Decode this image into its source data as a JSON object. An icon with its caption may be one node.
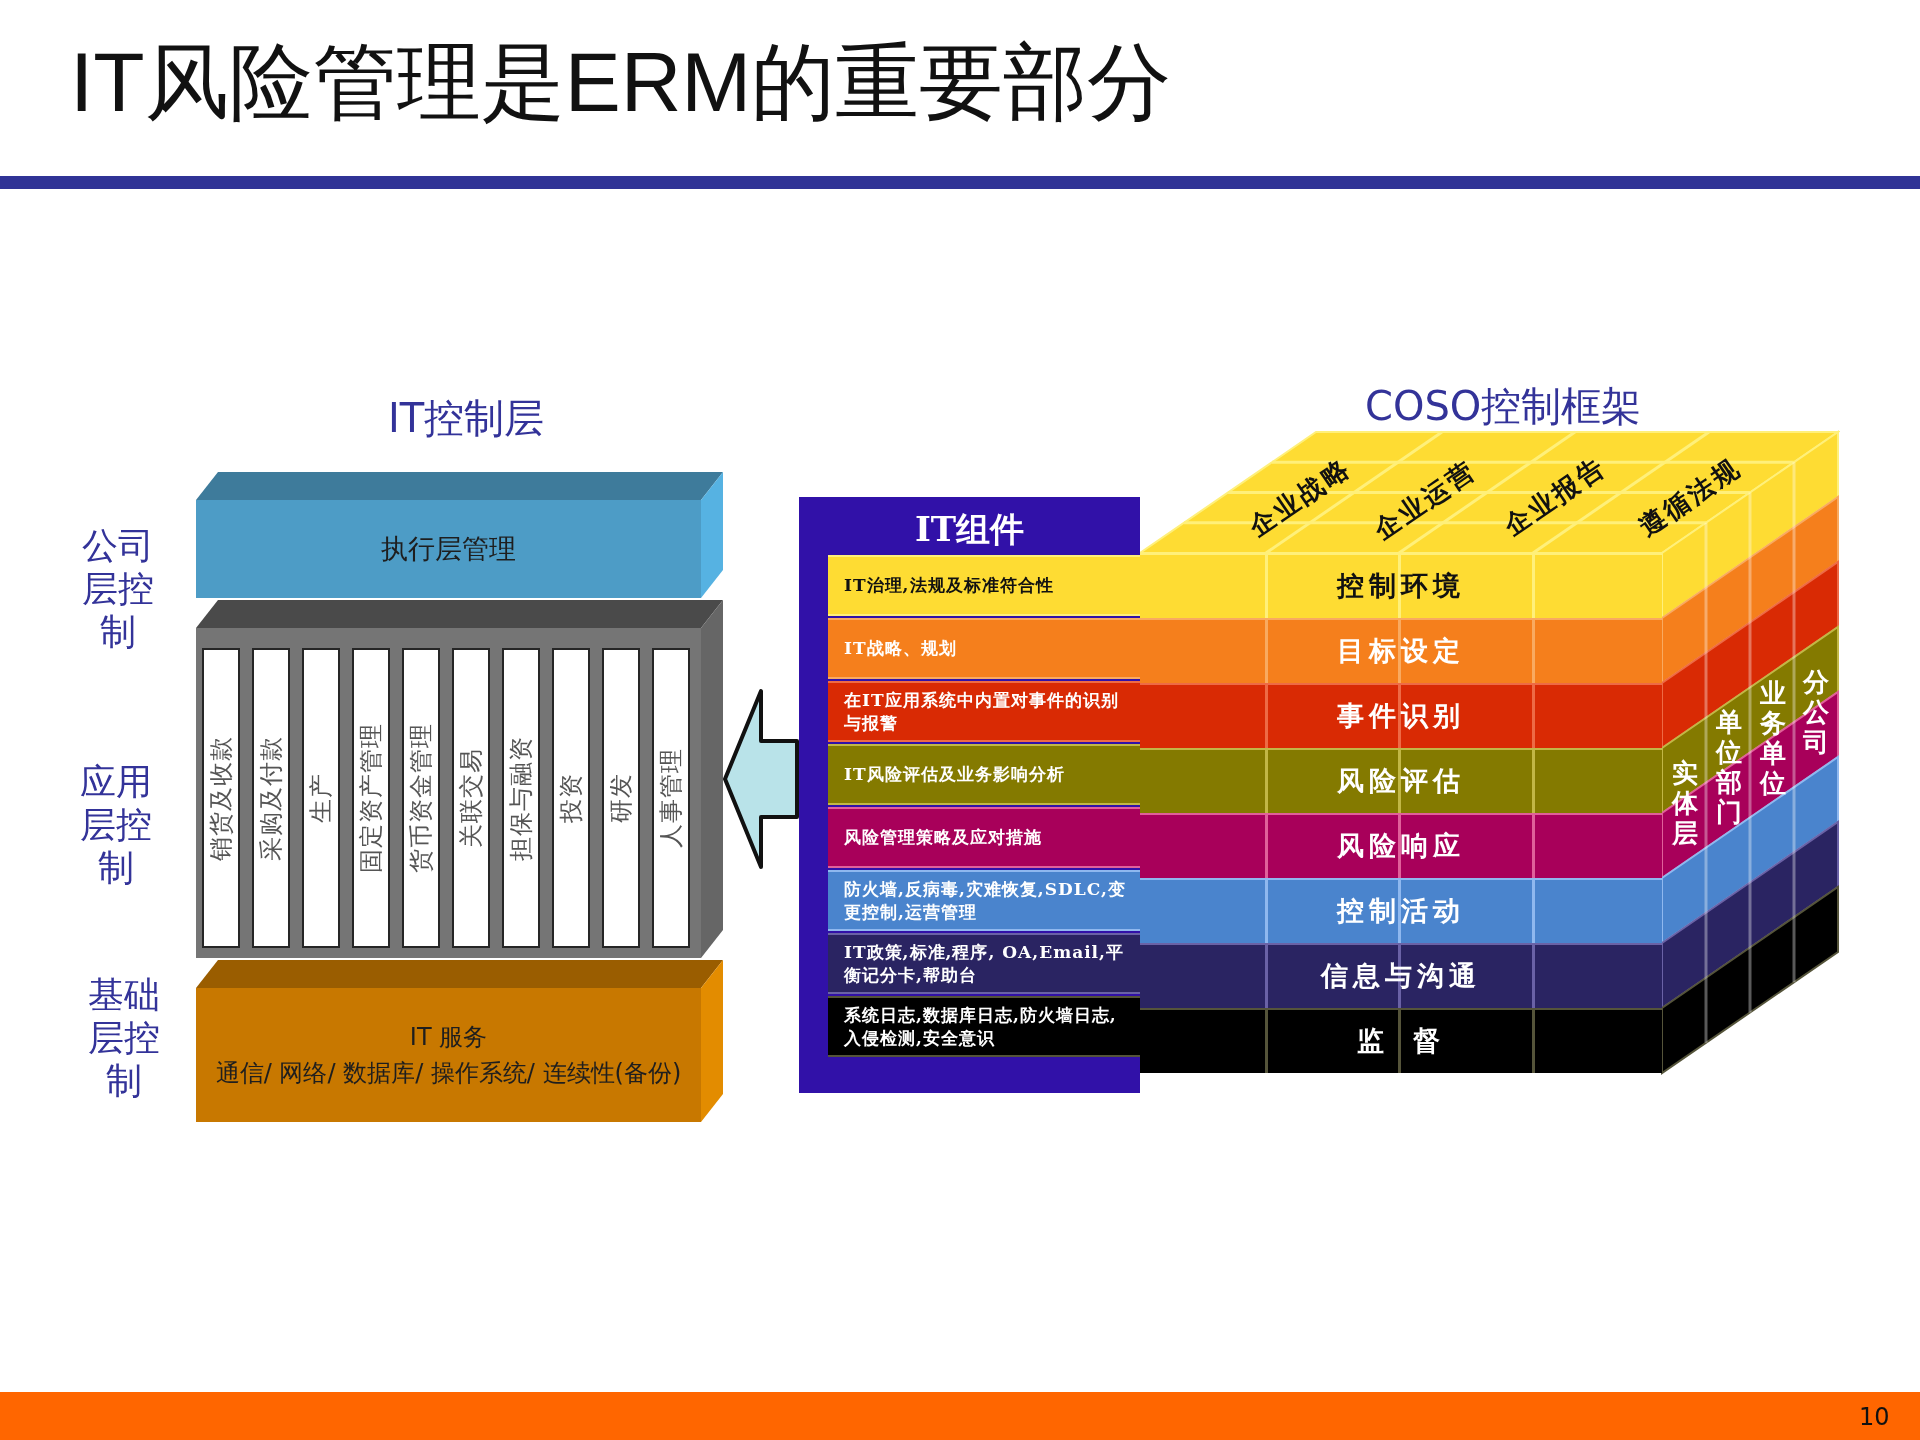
{
  "diagram": {
    "title": "IT风险管理是ERM的重要部分",
    "nodes": [
      {
        "text": [
          "IT控制层"
        ]
      },
      {
        "text": [
          "执行层管理"
        ],
        "in": 0,
        "beside": [
          "公司层控制"
        ]
      },
      {
        "text": [],
        "shape": "box",
        "in": 0,
        "beside": [
          "应用层控制"
        ]
      },
      {
        "text": [
          "销货及收款"
        ],
        "in": 2
      },
      {
        "text": [
          "采购及付款"
        ],
        "in": 2
      },
      {
        "text": [
          "生产"
        ],
        "in": 2
      },
      {
        "text": [
          "固定资产管理"
        ],
        "in": 2
      },
      {
        "text": [
          "货币资金管理"
        ],
        "in": 2
      },
      {
        "text": [
          "关联交易"
        ],
        "in": 2
      },
      {
        "text": [
          "担保与融资"
        ],
        "in": 2
      },
      {
        "text": [
          "投资"
        ],
        "in": 2
      },
      {
        "text": [
          "研发"
        ],
        "in": 2
      },
      {
        "text": [
          "人事管理"
        ],
        "in": 2
      },
      {
        "text": [
          "IT 服务",
          "通信/ 网络/ 数据库/ 操作系统/ 连续性(备份)"
        ],
        "in": 0,
        "beside": [
          "基础层控制"
        ]
      },
      {
        "text": [
          "IT组件"
        ]
      },
      {
        "text": [
          "IT治理,法规及标准符合性"
        ],
        "in": 14
      },
      {
        "text": [
          "IT战略、规划"
        ],
        "in": 14
      },
      {
        "text": [
          "在IT应用系统中内置对事件的识别与报警"
        ],
        "in": 14
      },
      {
        "text": [
          "IT风险评估及业务影响分析"
        ],
        "in": 14
      },
      {
        "text": [
          "风险管理策略及应对措施"
        ],
        "in": 14
      },
      {
        "text": [
          "防火墙,反病毒,灾难恢复,SDLC,变更控制,运营管理"
        ],
        "in": 14
      },
      {
        "text": [
          "IT政策,标准,程序, OA,Email,平衡记分卡,帮助台"
        ],
        "in": 14
      },
      {
        "text": [
          "系统日志,数据库日志,防火墙日志,入侵检测,安全意识"
        ],
        "in": 14
      },
      {
        "text": [
          "COSO控制框架"
        ]
      },
      {
        "text": [
          "控制环境"
        ],
        "in": 23
      },
      {
        "text": [
          "目标设定"
        ],
        "in": 23
      },
      {
        "text": [
          "事件识别"
        ],
        "in": 23
      },
      {
        "text": [
          "风险评估"
        ],
        "in": 23
      },
      {
        "text": [
          "风险响应"
        ],
        "in": 23
      },
      {
        "text": [
          "控制活动"
        ],
        "in": 23
      },
      {
        "text": [
          "信息与沟通"
        ],
        "in": 23
      },
      {
        "text": [
          "监 督"
        ],
        "in": 23
      }
    ],
    "edges": [
      {
        "from": 14,
        "to": 2,
        "arrow": "to",
        "style": "thick"
      }
    ],
    "labels": [
      "企业战略",
      "企业运营",
      "企业报告",
      "遵循法规",
      "实体层",
      "单位部门",
      "业务单位",
      "分公司",
      "10"
    ]
  }
}
